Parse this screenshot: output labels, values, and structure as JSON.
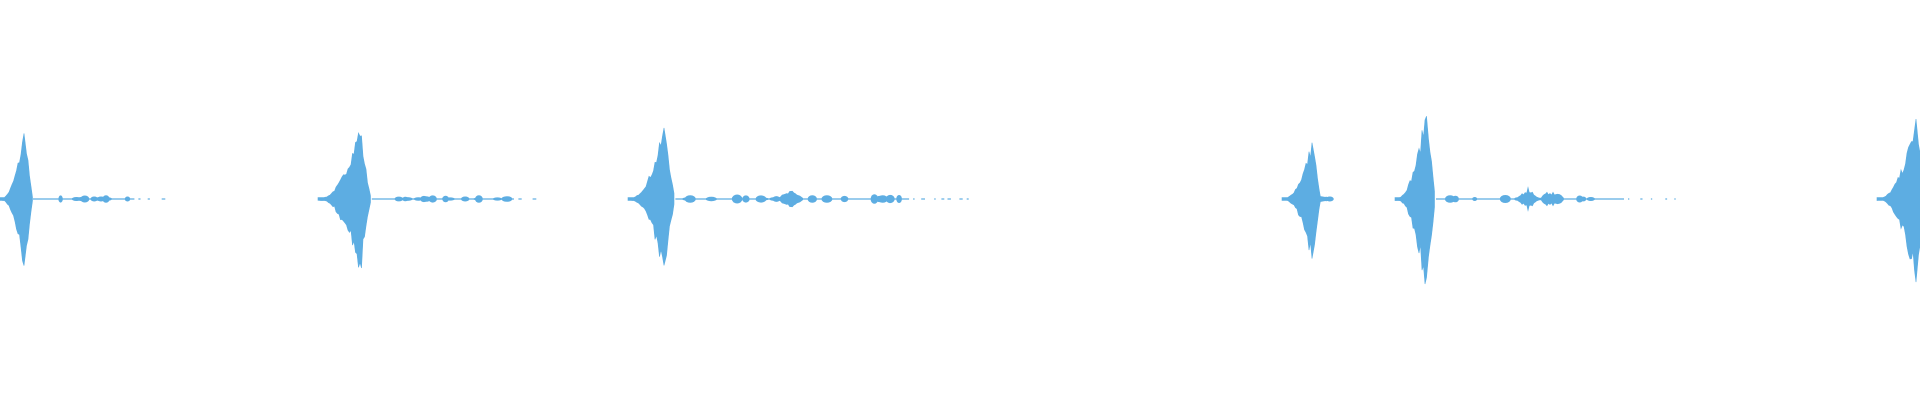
{
  "waveform": {
    "color": "#5DADE2",
    "events": [
      {
        "amplitude": 0.97,
        "attack": 0.55,
        "decay": 0.35,
        "tail_level": 0.06,
        "tail_extent": 0.5
      },
      {
        "amplitude": 0.97,
        "attack": 0.75,
        "decay": 0.35,
        "tail_level": 0.06,
        "tail_extent": 0.75
      },
      {
        "amplitude": 1.0,
        "attack": 0.75,
        "decay": 0.35,
        "tail_level": 0.08,
        "tail_extent": 1.3
      },
      {
        "amplitude": 0.82,
        "attack": 0.45,
        "decay": 0.2,
        "tail_level": 0.05,
        "tail_extent": 0.4
      },
      {
        "amplitude": 1.25,
        "attack": 0.55,
        "decay": 0.35,
        "tail_level": 0.1,
        "tail_extent": 1.0
      },
      {
        "amplitude": 1.12,
        "attack": 1.0,
        "decay": 0.0,
        "tail_level": 0.0,
        "tail_extent": 0.0
      }
    ]
  }
}
